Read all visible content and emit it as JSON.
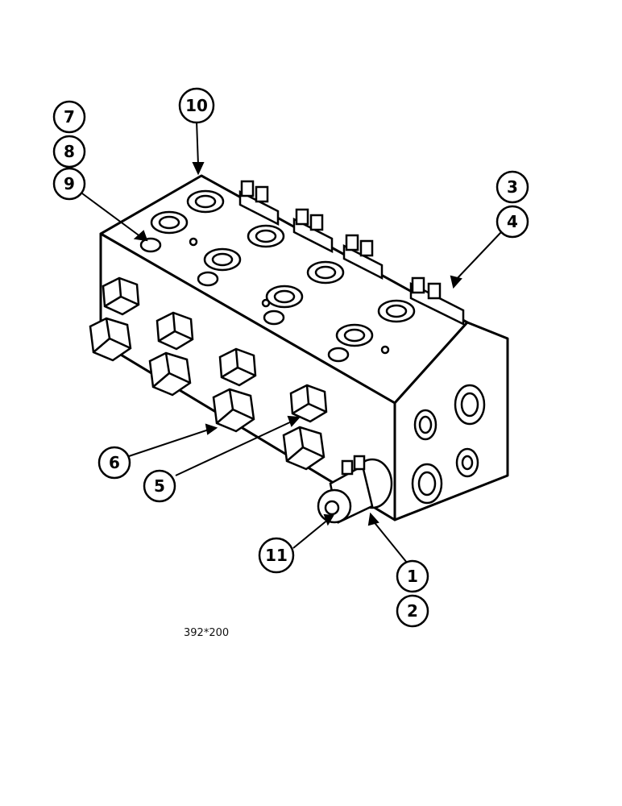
{
  "figure_code": "392*200",
  "callouts": [
    {
      "label": "7"
    },
    {
      "label": "8"
    },
    {
      "label": "9"
    },
    {
      "label": "10"
    },
    {
      "label": "3"
    },
    {
      "label": "4"
    },
    {
      "label": "6"
    },
    {
      "label": "5"
    },
    {
      "label": "11"
    },
    {
      "label": "1"
    },
    {
      "label": "2"
    }
  ]
}
